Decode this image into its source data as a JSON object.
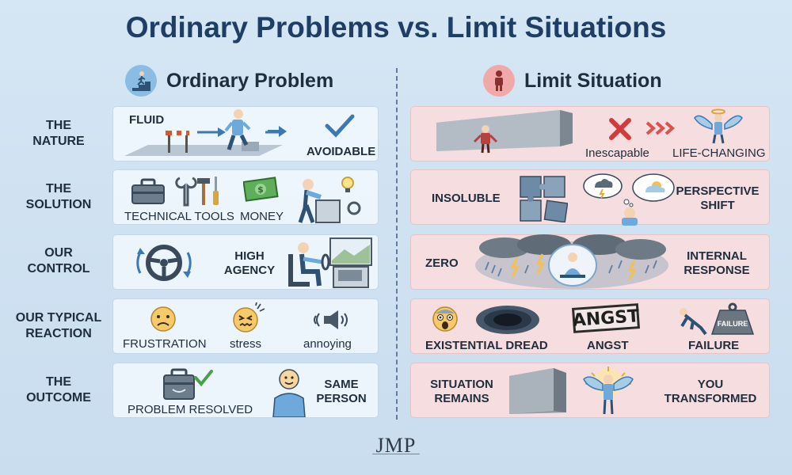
{
  "title": "Ordinary Problems vs. Limit Situations",
  "columns": {
    "left": {
      "heading": "Ordinary Problem",
      "icon": "climbing-person-icon",
      "accent": "#6aa6d6"
    },
    "right": {
      "heading": "Limit Situation",
      "icon": "standing-person-icon",
      "accent": "#e58a8c"
    }
  },
  "rows": [
    {
      "label_1": "THE",
      "label_2": "NATURE"
    },
    {
      "label_1": "THE",
      "label_2": "SOLUTION"
    },
    {
      "label_1": "OUR",
      "label_2": "CONTROL"
    },
    {
      "label_1": "OUR TYPICAL",
      "label_2": "REACTION"
    },
    {
      "label_1": "THE",
      "label_2": "OUTCOME"
    }
  ],
  "ordinary": {
    "nature": {
      "text_1": "FLUID",
      "text_2": "AVOIDABLE"
    },
    "solution": {
      "text_1": "TECHNICAL TOOLS",
      "text_2": "MONEY"
    },
    "control": {
      "text_1": "HIGH",
      "text_2": "AGENCY"
    },
    "reaction": {
      "text_1": "FRUSTRATION",
      "text_2": "stress",
      "text_3": "annoying"
    },
    "outcome": {
      "text_1": "PROBLEM RESOLVED",
      "text_2": "SAME",
      "text_3": "PERSON"
    }
  },
  "limit": {
    "nature": {
      "text_1": "Inescapable",
      "text_2": "LIFE-CHANGING"
    },
    "solution": {
      "text_1": "INSOLUBLE",
      "text_2": "PERSPECTIVE",
      "text_3": "SHIFT"
    },
    "control": {
      "text_1": "ZERO",
      "text_2": "INTERNAL",
      "text_3": "RESPONSE"
    },
    "reaction": {
      "text_1": "EXISTENTIAL DREAD",
      "text_2": "ANGST",
      "text_3": "FAILURE",
      "stamp": "ANGST",
      "weight": "FAILURE"
    },
    "outcome": {
      "text_1": "SITUATION",
      "text_2": "REMAINS",
      "text_3": "YOU",
      "text_4": "TRANSFORMED"
    }
  },
  "logo": "JMP"
}
